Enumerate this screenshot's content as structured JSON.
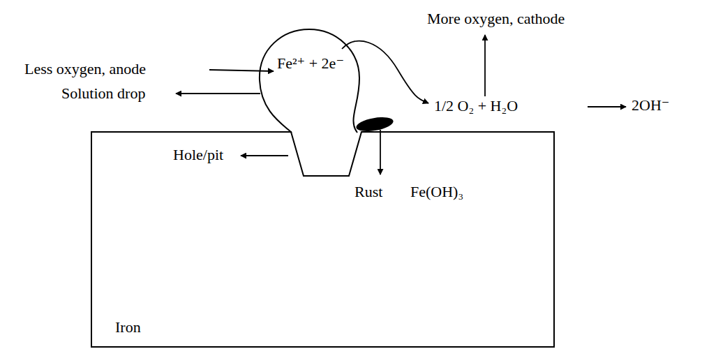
{
  "diagram": {
    "nodes": [
      {
        "text": [
          "Fe²⁺ + 2e⁻"
        ]
      },
      {
        "text": [
          "Iron"
        ]
      }
    ],
    "labels": [
      "Less oxygen, anode",
      "Solution drop",
      "More oxygen, cathode",
      "1/2 O₂ + H₂O",
      "2OH⁻",
      "Hole/pit",
      "Rust",
      "Fe(OH)₃"
    ]
  }
}
